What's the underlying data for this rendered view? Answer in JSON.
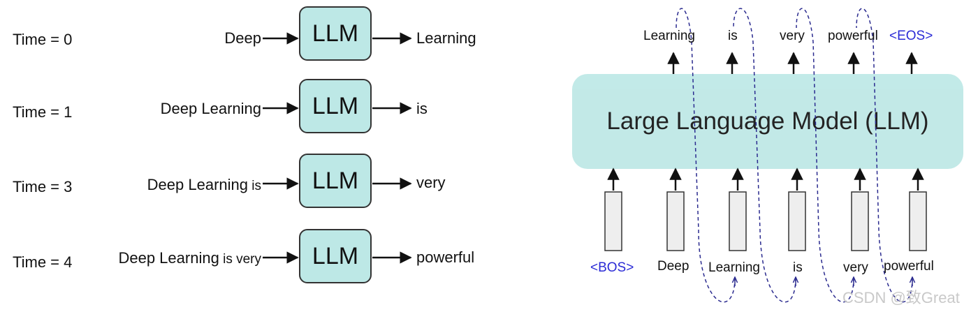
{
  "left": {
    "model_label": "LLM",
    "rows": [
      {
        "time": "Time = 0",
        "input_main": "Deep",
        "input_tail": "",
        "output": "Learning"
      },
      {
        "time": "Time = 1",
        "input_main": "Deep Learning",
        "input_tail": "",
        "output": "is"
      },
      {
        "time": "Time = 3",
        "input_main": "Deep Learning",
        "input_tail": " is",
        "output": "very"
      },
      {
        "time": "Time = 4",
        "input_main": "Deep Learning",
        "input_tail": " is very",
        "output": "powerful"
      }
    ]
  },
  "right": {
    "model_label": "Large Language Model (LLM)",
    "outputs": [
      "Learning",
      "is",
      "very",
      "powerful",
      "<EOS>"
    ],
    "inputs": [
      "<BOS>",
      "Deep",
      "Learning",
      "is",
      "very",
      "powerful"
    ],
    "special_token_color": "#2b2bd6",
    "model_color": "#bde8e6"
  },
  "watermark": "CSDN @致Great"
}
